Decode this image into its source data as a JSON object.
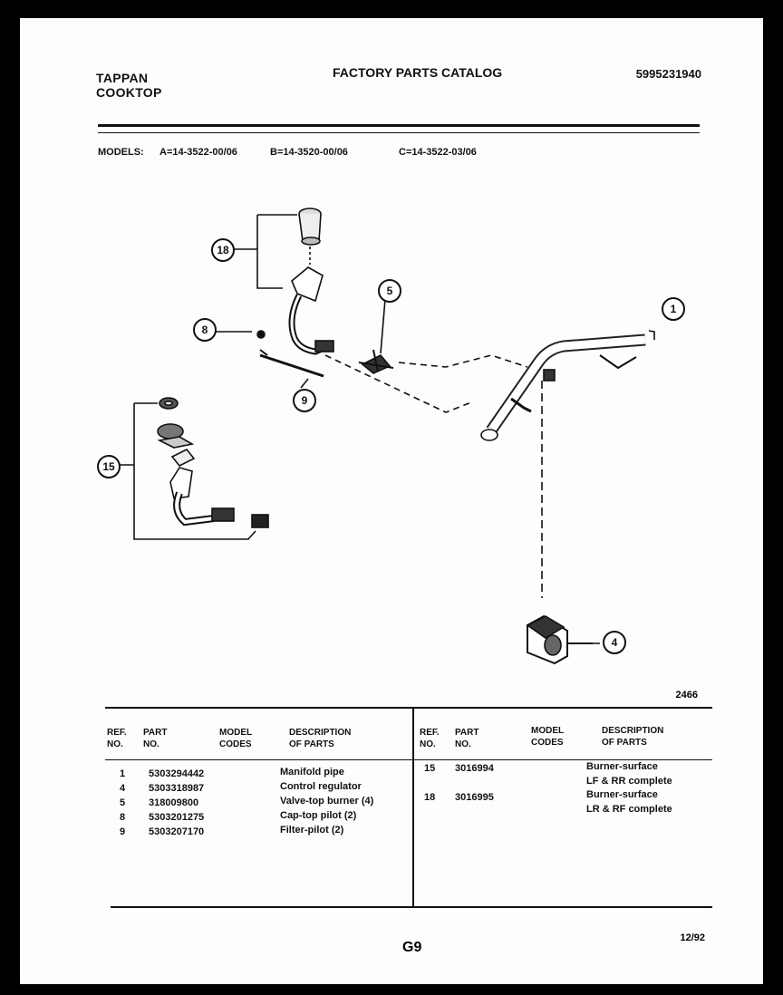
{
  "header": {
    "brand_line1": "TAPPAN",
    "brand_line2": "COOKTOP",
    "catalog_title": "FACTORY PARTS CATALOG",
    "publication_number": "5995231940"
  },
  "models": {
    "label": "MODELS:",
    "a": "A=14-3522-00/06",
    "b": "B=14-3520-00/06",
    "c": "C=14-3522-03/06"
  },
  "diagram": {
    "figure_number": "2466",
    "callouts": [
      "1",
      "4",
      "5",
      "8",
      "9",
      "15",
      "18"
    ]
  },
  "table": {
    "headers": {
      "ref_no": "REF.\nNO.",
      "part_no": "PART\nNO.",
      "model_codes": "MODEL\nCODES",
      "description": "DESCRIPTION\nOF PARTS"
    },
    "left_rows": [
      {
        "ref": "1",
        "part": "5303294442",
        "desc": "Manifold pipe"
      },
      {
        "ref": "4",
        "part": "5303318987",
        "desc": "Control regulator"
      },
      {
        "ref": "5",
        "part": "318009800",
        "desc": "Valve-top burner (4)"
      },
      {
        "ref": "8",
        "part": "5303201275",
        "desc": "Cap-top pilot (2)"
      },
      {
        "ref": "9",
        "part": "5303207170",
        "desc": "Filter-pilot (2)"
      }
    ],
    "right_rows": [
      {
        "ref": "15",
        "part": "3016994",
        "desc1": "Burner-surface",
        "desc2": "LF & RR complete"
      },
      {
        "ref": "18",
        "part": "3016995",
        "desc1": "Burner-surface",
        "desc2": "LR & RF complete"
      }
    ]
  },
  "footer": {
    "page_number": "G9",
    "date": "12/92"
  }
}
